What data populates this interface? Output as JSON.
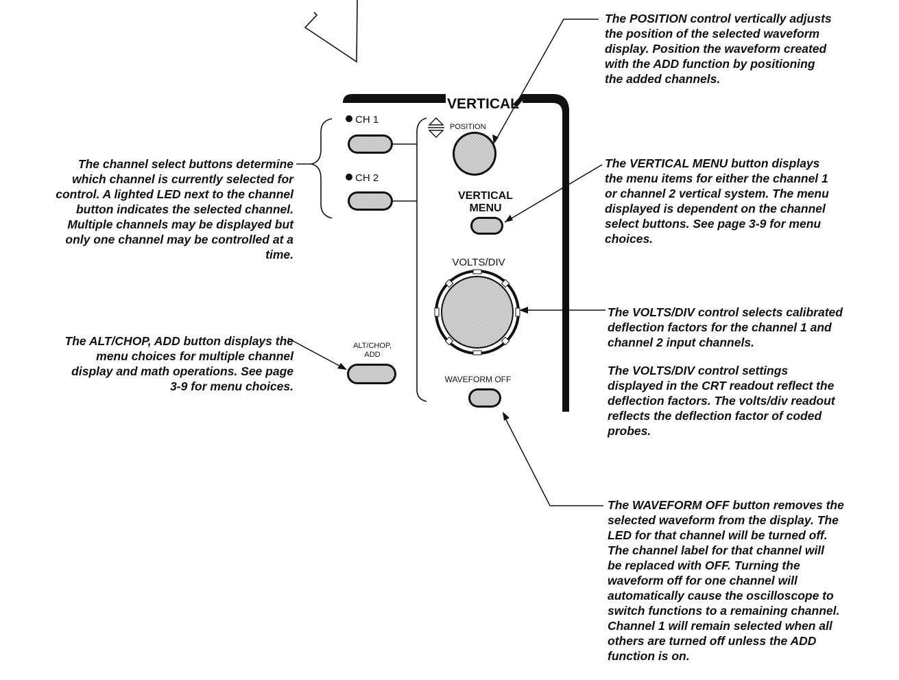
{
  "panel": {
    "title": "VERTICAL",
    "ch1_label": "CH 1",
    "ch2_label": "CH 2",
    "position_label": "POSITION",
    "vertical_menu_label_line1": "VERTICAL",
    "vertical_menu_label_line2": "MENU",
    "volts_div_label": "VOLTS/DIV",
    "alt_chop_label_line1": "ALT/CHOP,",
    "alt_chop_label_line2": "ADD",
    "waveform_off_label": "WAVEFORM OFF"
  },
  "callouts": {
    "position": "The POSITION control vertically adjusts\nthe position of the selected waveform\ndisplay. Position the waveform created\nwith the ADD function by positioning\nthe added channels.",
    "channel_select": "The channel select buttons determine\nwhich channel is currently selected for\ncontrol. A lighted LED next to the channel\nbutton indicates the selected channel.\nMultiple channels may be displayed but\nonly one channel may be controlled at a\ntime.",
    "vertical_menu": "The VERTICAL MENU button displays\nthe menu items for either the channel 1\nor channel 2 vertical system. The menu\ndisplayed is dependent on the channel\nselect buttons. See page 3-9 for menu\nchoices.",
    "alt_chop": "The ALT/CHOP, ADD  button displays the\nmenu choices for multiple channel\ndisplay and math operations.  See page\n3-9 for menu choices.",
    "volts_div_1": "The VOLTS/DIV control selects calibrated\ndeflection factors for the channel 1 and\nchannel 2 input channels.",
    "volts_div_2": "The VOLTS/DIV control settings\ndisplayed in the CRT readout reflect the\ndeflection factors. The volts/div readout\nreflects the deflection factor of coded\nprobes.",
    "waveform_off": "The WAVEFORM OFF button removes the\nselected waveform from the display. The\nLED for that channel will be turned off.\nThe channel label for that channel will\nbe replaced with OFF. Turning  the\nwaveform off for one channel will\nautomatically cause the oscilloscope to\nswitch functions to a remaining channel.\nChannel 1 will remain selected when all\nothers are turned off unless the ADD\nfunction is on."
  },
  "colors": {
    "ink": "#111111",
    "button_fill": "#c8c8c8",
    "knob_fill": "#d2d2d2"
  }
}
